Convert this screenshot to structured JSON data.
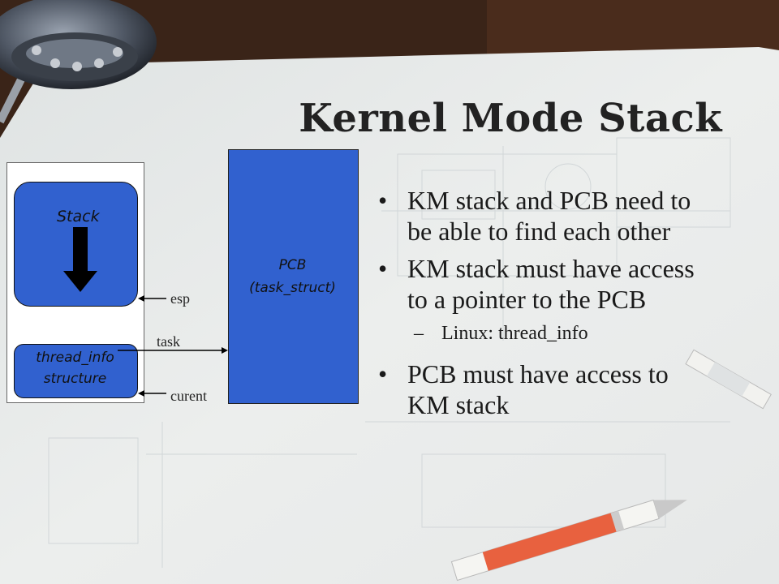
{
  "slide": {
    "title": "Kernel Mode Stack",
    "bullets": [
      "KM stack and PCB need to be able to find each other",
      "KM stack must have access to a pointer to the PCB"
    ],
    "sub_bullet": "Linux: thread_info",
    "last_bullet": "PCB must have access to KM stack",
    "bullet_glyph": "•",
    "dash_glyph": "–"
  },
  "diagram": {
    "stack_label": "Stack",
    "thread_info_line1": "thread_info",
    "thread_info_line2": "structure",
    "pcb_line1": "PCB",
    "pcb_line2": "(task_struct)",
    "esp_label": "esp",
    "task_label": "task",
    "current_label": "curent"
  },
  "colors": {
    "box_fill": "#3161cf",
    "desk": "#3a2418",
    "paper": "#e9ebea"
  }
}
